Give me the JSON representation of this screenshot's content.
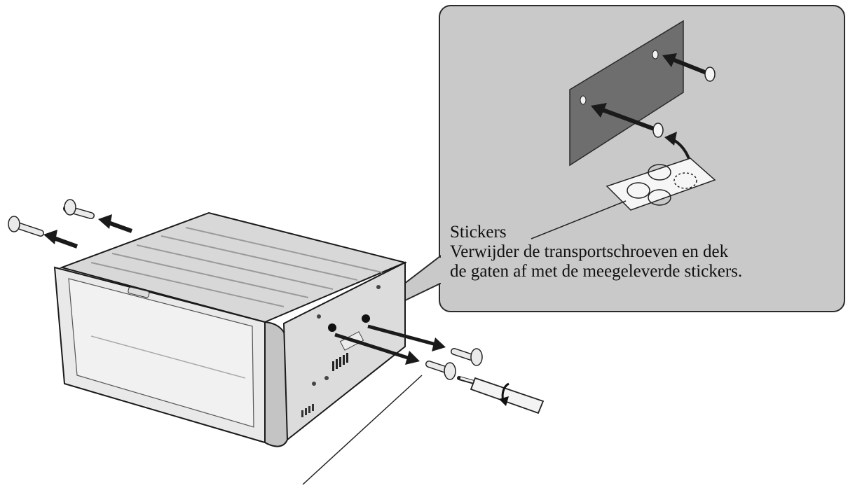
{
  "inset": {
    "label": "Stickers",
    "instruction_lines": [
      "Verwijder de transportschroeven en dek",
      "de gaten af met de meegeleverde stickers."
    ]
  },
  "colors": {
    "inset_fill": "#c9c9c9",
    "panel_fill": "#6e6e6e",
    "line": "#1a1a1a",
    "device_light": "#e6e6e6",
    "device_mid": "#cfcfcf",
    "device_dark": "#a9a9a9"
  }
}
